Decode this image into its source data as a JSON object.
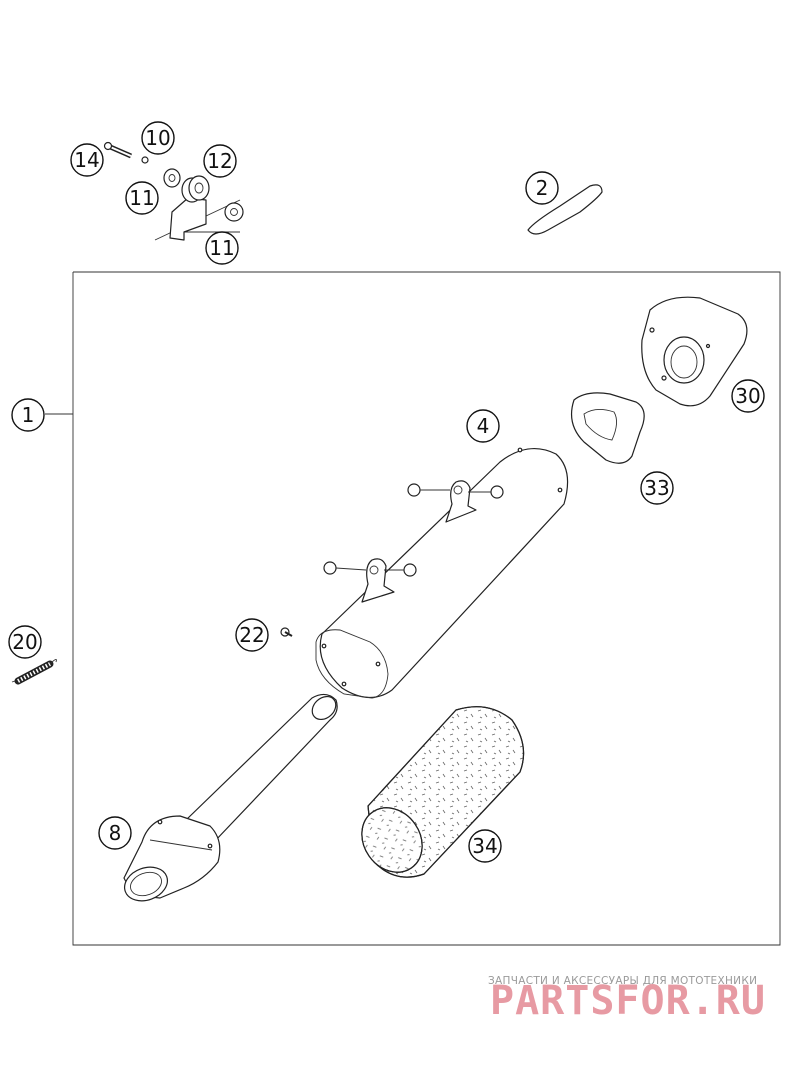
{
  "callouts": [
    {
      "id": "c1",
      "label": "1"
    },
    {
      "id": "c2",
      "label": "2"
    },
    {
      "id": "c4",
      "label": "4"
    },
    {
      "id": "c8",
      "label": "8"
    },
    {
      "id": "c10",
      "label": "10"
    },
    {
      "id": "c11a",
      "label": "11"
    },
    {
      "id": "c11b",
      "label": "11"
    },
    {
      "id": "c12",
      "label": "12"
    },
    {
      "id": "c14",
      "label": "14"
    },
    {
      "id": "c20",
      "label": "20"
    },
    {
      "id": "c22",
      "label": "22"
    },
    {
      "id": "c30",
      "label": "30"
    },
    {
      "id": "c33",
      "label": "33"
    },
    {
      "id": "c34",
      "label": "34"
    }
  ],
  "watermark": {
    "tagline": "ЗАПЧАСТИ И АКСЕССУАРЫ ДЛЯ МОТОТЕХНИКИ",
    "brand": "PARTSFOR.RU"
  }
}
